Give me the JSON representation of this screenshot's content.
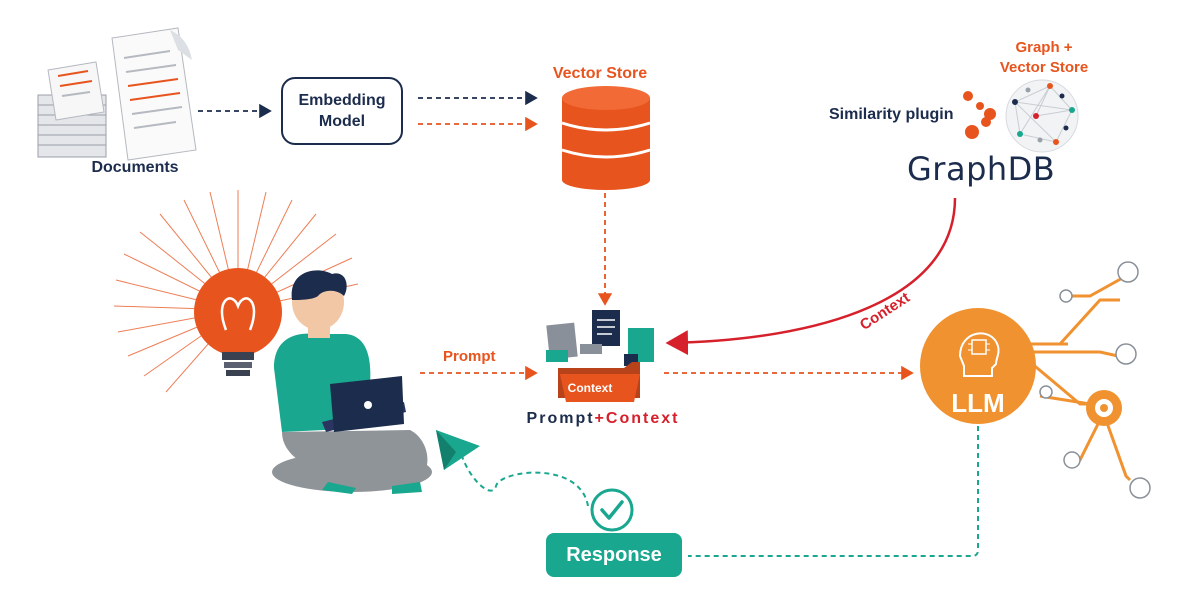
{
  "labels": {
    "documents": "Documents",
    "embedding_model_line1": "Embedding",
    "embedding_model_line2": "Model",
    "vector_store": "Vector Store",
    "graph_vector_store_line1": "Graph +",
    "graph_vector_store_line2": "Vector Store",
    "similarity_plugin": "Similarity plugin",
    "graphdb": "GraphDB",
    "context_edge": "Context",
    "prompt_edge": "Prompt",
    "folder_context": "Context",
    "prompt_context_part1": "Prompt",
    "prompt_context_part2": "+Context",
    "llm": "LLM",
    "response": "Response"
  },
  "colors": {
    "navy": "#1c2c4d",
    "orange": "#e8541e",
    "red": "#d6202b",
    "teal": "#19a78f",
    "llm_orange": "#f0922f"
  }
}
